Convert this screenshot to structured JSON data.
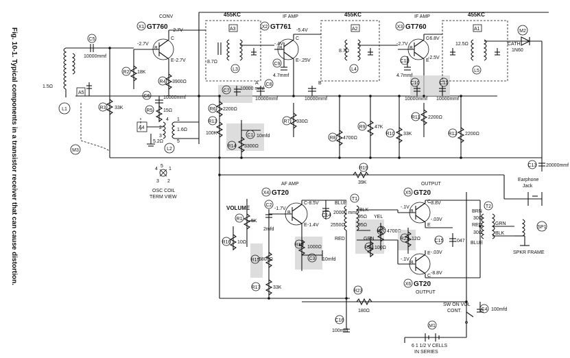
{
  "caption": "Fig. 10-1. Typical components in a transistor receiver that can cause distortion.",
  "stages": {
    "conv": {
      "role": "CONV",
      "ref": "X1",
      "type": "GT760",
      "c_volt": "-2.7V",
      "b_volt": "-2.7V",
      "e_volt": "-2.7V"
    },
    "if1": {
      "role": "IF AMP",
      "ref": "X2",
      "type": "GT761",
      "c_volt": "-5.4V",
      "b_volt": "-.4V",
      "e_volt": "-.25V"
    },
    "if2": {
      "role": "IF AMP",
      "ref": "X3",
      "type": "GT760",
      "c_volt": "-6.8V",
      "b_volt": "-2.7V",
      "e_volt": "-2.5V"
    },
    "af": {
      "role": "AF AMP",
      "ref": "X4",
      "type": "GT20",
      "c_volt": "-8.5V",
      "b_volt": "-1.7V",
      "e_volt": "-1.4V"
    },
    "out1": {
      "role": "OUTPUT",
      "ref": "X5",
      "type": "GT20",
      "c_volt": "-8.8V",
      "b_volt": "-.1V",
      "e_volt": "-.03V"
    },
    "out2": {
      "role": "OUTPUT",
      "ref": "X6",
      "type": "GT20",
      "c_volt": "-8.8V",
      "b_volt": "-.1V",
      "e_volt": "-.03V"
    }
  },
  "if_cans": [
    {
      "freq": "455KC",
      "ref": "A3",
      "coil": "L3",
      "res": "8.7Ω"
    },
    {
      "freq": "455KC",
      "ref": "A2",
      "coil": "L4",
      "res": "8.7Ω"
    },
    {
      "freq": "455KC",
      "ref": "A1",
      "coil": "L5",
      "res": "12.5Ω"
    }
  ],
  "resistors": [
    {
      "ref": "R2",
      "value": "18K"
    },
    {
      "ref": "R3",
      "value": "33K"
    },
    {
      "ref": "R4",
      "value": "3900Ω"
    },
    {
      "ref": "R5",
      "value": "15Ω"
    },
    {
      "ref": "R6",
      "value": "2200Ω"
    },
    {
      "ref": "R13",
      "value": "100K"
    },
    {
      "ref": "R14",
      "value": "3300Ω"
    },
    {
      "ref": "R7",
      "value": "330Ω"
    },
    {
      "ref": "R8",
      "value": "4700Ω"
    },
    {
      "ref": "R9",
      "value": "47K"
    },
    {
      "ref": "R10",
      "value": "33K"
    },
    {
      "ref": "R11",
      "value": "2200Ω"
    },
    {
      "ref": "R12",
      "value": "2200Ω"
    },
    {
      "ref": "R19",
      "value": "39K"
    },
    {
      "ref": "R1",
      "value": "5K"
    },
    {
      "ref": "R16",
      "value": "10Ω"
    },
    {
      "ref": "R15",
      "value": "6800Ω"
    },
    {
      "ref": "R17",
      "value": "33K"
    },
    {
      "ref": "R18",
      "value": "1000Ω"
    },
    {
      "ref": "R20",
      "value": "4700Ω"
    },
    {
      "ref": "R21",
      "value": "100Ω"
    },
    {
      "ref": "R22",
      "value": "12Ω"
    },
    {
      "ref": "R23",
      "value": "180Ω"
    }
  ],
  "capacitors": [
    {
      "ref": "C5",
      "value": "10000mmf"
    },
    {
      "ref": "C6",
      "value": "10000mmf"
    },
    {
      "ref": "C7",
      "value": "10000 mmf"
    },
    {
      "ref": "C8",
      "value": "10000mmf"
    },
    {
      "ref": "C9",
      "value": "4.7mmf"
    },
    {
      "ref": "C10",
      "value": "10000mmf"
    },
    {
      "ref": "C11",
      "value": "10000mmf"
    },
    {
      "ref": "C12",
      "value": "4.7mmf"
    },
    {
      "ref": "C1",
      "value": "10mfd"
    },
    {
      "ref": "C13",
      "value": "20000mmf"
    },
    {
      "ref": "C2",
      "value": "2mfd"
    },
    {
      "ref": "C3",
      "value": "10mfd"
    },
    {
      "ref": "C14",
      "value": "20000 mmf"
    },
    {
      "ref": "C15",
      "value": ".047"
    },
    {
      "ref": "C16",
      "value": "100mfd"
    },
    {
      "ref": "C4",
      "value": "100mfd"
    }
  ],
  "misc": {
    "l1": "L1",
    "l1_res": "1.5Ω",
    "a5": "A5",
    "a4": "A4",
    "m3": "M3",
    "l2": "L2",
    "l2_r1": "1.6Ω",
    "l2_r2": "5.2Ω",
    "diode": "M2",
    "diode_label": "CATH",
    "diode_type": "1N60",
    "t1": "T1",
    "t2": "T2",
    "t1_blue": "BLUE",
    "t1_blk": "BLK",
    "t1_red": "RED",
    "t1_grn": "GRN",
    "t1_yel": "YEL",
    "t1_r1": "2550Ω",
    "t1_r2": "95Ω",
    "t1_r3": "95Ω",
    "t2_brn": "BRN",
    "t2_red": "RED",
    "t2_blue": "BLUE",
    "t2_grn": "GRN",
    "t2_blk": "BLK",
    "t2_r1": "30Ω",
    "t2_r2": "30Ω",
    "volume": "VOLUME",
    "earphone": "Earphone Jack",
    "spkr": "SP1",
    "spkr_frame": "SPKR FRAME",
    "sw": "SW  ON VOL CONT.",
    "battery": "M1",
    "battery_label": "6 1 1/2 V CELLS IN SERIES",
    "osc_coil": "OSC COIL TERM VIEW",
    "osc_pins": [
      "4",
      "5",
      "1",
      "3",
      "2"
    ],
    "l2_pins": [
      "4",
      "2",
      "1",
      "3",
      "5"
    ],
    "sec_a": "A",
    "sec_b": "B"
  }
}
